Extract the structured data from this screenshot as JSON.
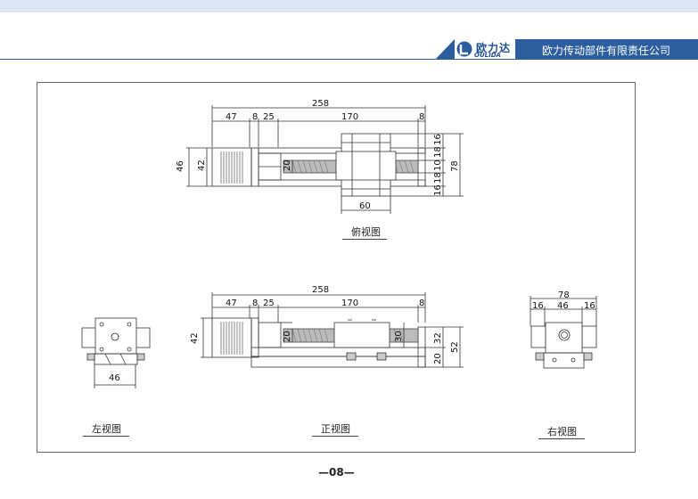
{
  "header": {
    "logo_cn": "欧力达",
    "logo_en": "OULIDA",
    "company": "欧力传动部件有限责任公司"
  },
  "views": {
    "top": {
      "caption": "俯视图",
      "dims": {
        "overall": "258",
        "d47": "47",
        "d8a": "8",
        "d25": "25",
        "d170": "170",
        "d8b": "8",
        "h46": "46",
        "h42": "42",
        "v20": "20",
        "w60": "60",
        "r16a": "16",
        "r18a": "18",
        "r10": "10",
        "r18b": "18",
        "r16b": "16",
        "r78": "78"
      }
    },
    "front": {
      "caption": "正视图",
      "dims": {
        "overall": "258",
        "d47": "47",
        "d8a": "8",
        "d25": "25",
        "d170": "170",
        "d8b": "8",
        "h42": "42",
        "v20": "20",
        "v30": "30",
        "r32": "32",
        "r20": "20",
        "r52": "52"
      }
    },
    "left": {
      "caption": "左视图",
      "dims": {
        "w46": "46"
      }
    },
    "right": {
      "caption": "右视图",
      "dims": {
        "w78": "78",
        "s16a": "16",
        "s46": "46",
        "s16b": "16"
      }
    }
  },
  "page_number": "—08—"
}
